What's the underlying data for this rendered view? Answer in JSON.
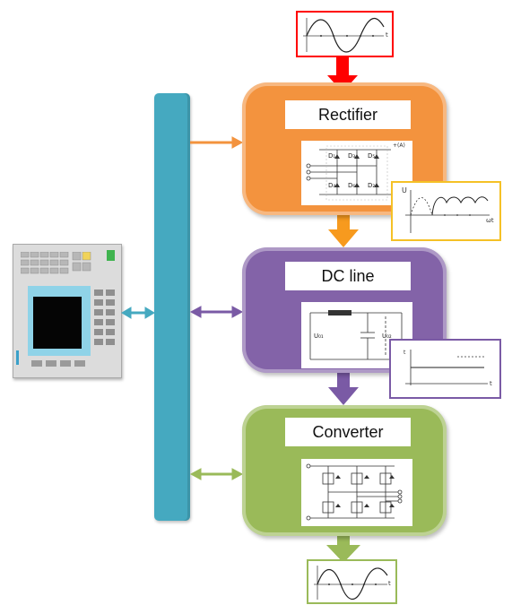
{
  "blocks": {
    "rectifier": {
      "label": "Rectifier",
      "color": "#f3933e"
    },
    "dc_line": {
      "label": "DC line",
      "color": "#8363a8"
    },
    "converter": {
      "label": "Converter",
      "color": "#9aba59"
    }
  },
  "colors": {
    "bus": "#45a9c0",
    "input_arrow": "#ff0000",
    "rectifier_output_frame": "#f5c126",
    "dc_output_frame": "#7a5aa5",
    "output_frame": "#9aba59"
  },
  "rectifier_circuit": {
    "top_label": "+(A)",
    "diodes": [
      "D₁",
      "D₃",
      "D₅",
      "D₄",
      "D₆",
      "D₂"
    ]
  },
  "dc_circuit": {
    "left_label": "U₀₁",
    "right_label": "U₀₂"
  },
  "rectifier_wave": {
    "y_label": "U",
    "x_label": "ωt"
  },
  "input_wave": {
    "x_label": "t"
  },
  "dc_wave": {
    "y_label": "t",
    "x_label": "t"
  },
  "output_wave": {
    "x_label": "t"
  }
}
